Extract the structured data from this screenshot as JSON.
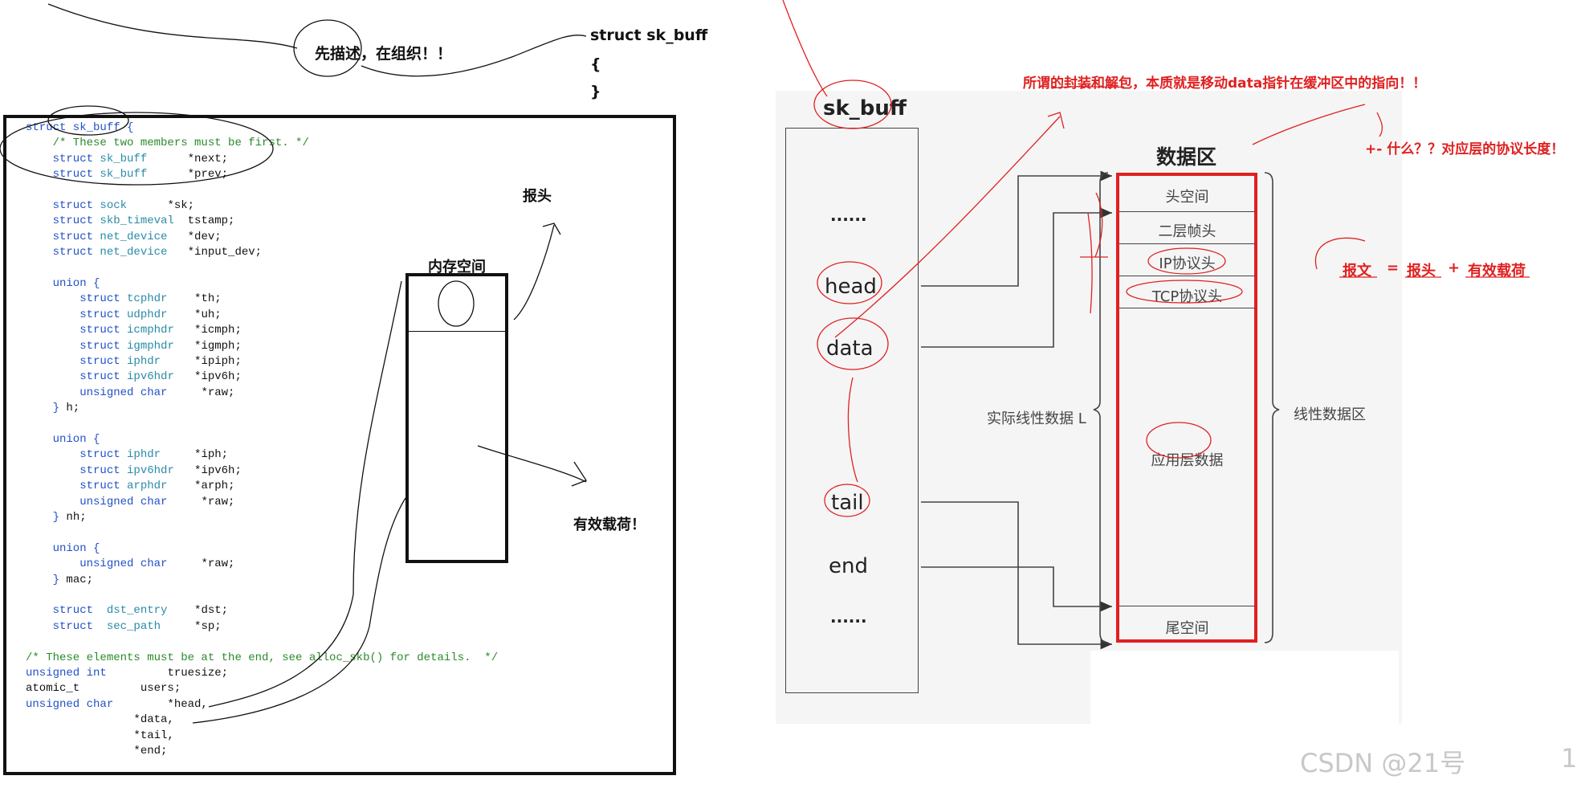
{
  "notes": {
    "describe_first": "先描述，在组织！！",
    "struct_title": "struct sk_buff",
    "brace_open": "{",
    "brace_close": "}",
    "header_label": "报头",
    "memory_label": "内存空间",
    "payload_label": "有效载荷！",
    "encap_note": "所谓的封装和解包，本质就是移动data指针在缓冲区中的指向！！",
    "plus_minus_note": "+- 什么？？对应层的协议长度！",
    "formula": {
      "message": "报文",
      "eq": "=",
      "header": "报头",
      "plus": "+",
      "payload": "有效载荷"
    }
  },
  "code_lines": [
    {
      "parts": [
        {
          "c": "kw",
          "t": "struct sk_buff {"
        }
      ]
    },
    {
      "parts": [
        {
          "c": "cm",
          "t": "    /* These two members must be first. */"
        }
      ]
    },
    {
      "parts": [
        {
          "c": "kw",
          "t": "    struct "
        },
        {
          "c": "ty",
          "t": "sk_buff"
        },
        {
          "c": "tx",
          "t": "      *next;"
        }
      ]
    },
    {
      "parts": [
        {
          "c": "kw",
          "t": "    struct "
        },
        {
          "c": "ty",
          "t": "sk_buff"
        },
        {
          "c": "tx",
          "t": "      *prev;"
        }
      ]
    },
    {
      "parts": [
        {
          "c": "tx",
          "t": ""
        }
      ]
    },
    {
      "parts": [
        {
          "c": "kw",
          "t": "    struct "
        },
        {
          "c": "ty",
          "t": "sock"
        },
        {
          "c": "tx",
          "t": "      *sk;"
        }
      ]
    },
    {
      "parts": [
        {
          "c": "kw",
          "t": "    struct "
        },
        {
          "c": "ty",
          "t": "skb_timeval"
        },
        {
          "c": "tx",
          "t": "  tstamp;"
        }
      ]
    },
    {
      "parts": [
        {
          "c": "kw",
          "t": "    struct "
        },
        {
          "c": "ty",
          "t": "net_device"
        },
        {
          "c": "tx",
          "t": "   *dev;"
        }
      ]
    },
    {
      "parts": [
        {
          "c": "kw",
          "t": "    struct "
        },
        {
          "c": "ty",
          "t": "net_device"
        },
        {
          "c": "tx",
          "t": "   *input_dev;"
        }
      ]
    },
    {
      "parts": [
        {
          "c": "tx",
          "t": ""
        }
      ]
    },
    {
      "parts": [
        {
          "c": "kw",
          "t": "    union {"
        }
      ]
    },
    {
      "parts": [
        {
          "c": "kw",
          "t": "        struct "
        },
        {
          "c": "ty",
          "t": "tcphdr"
        },
        {
          "c": "tx",
          "t": "    *th;"
        }
      ]
    },
    {
      "parts": [
        {
          "c": "kw",
          "t": "        struct "
        },
        {
          "c": "ty",
          "t": "udphdr"
        },
        {
          "c": "tx",
          "t": "    *uh;"
        }
      ]
    },
    {
      "parts": [
        {
          "c": "kw",
          "t": "        struct "
        },
        {
          "c": "ty",
          "t": "icmphdr"
        },
        {
          "c": "tx",
          "t": "   *icmph;"
        }
      ]
    },
    {
      "parts": [
        {
          "c": "kw",
          "t": "        struct "
        },
        {
          "c": "ty",
          "t": "igmphdr"
        },
        {
          "c": "tx",
          "t": "   *igmph;"
        }
      ]
    },
    {
      "parts": [
        {
          "c": "kw",
          "t": "        struct "
        },
        {
          "c": "ty",
          "t": "iphdr"
        },
        {
          "c": "tx",
          "t": "     *ipiph;"
        }
      ]
    },
    {
      "parts": [
        {
          "c": "kw",
          "t": "        struct "
        },
        {
          "c": "ty",
          "t": "ipv6hdr"
        },
        {
          "c": "tx",
          "t": "   *ipv6h;"
        }
      ]
    },
    {
      "parts": [
        {
          "c": "kw",
          "t": "        unsigned char"
        },
        {
          "c": "tx",
          "t": "     *raw;"
        }
      ]
    },
    {
      "parts": [
        {
          "c": "kw",
          "t": "    } "
        },
        {
          "c": "tx",
          "t": "h;"
        }
      ]
    },
    {
      "parts": [
        {
          "c": "tx",
          "t": ""
        }
      ]
    },
    {
      "parts": [
        {
          "c": "kw",
          "t": "    union {"
        }
      ]
    },
    {
      "parts": [
        {
          "c": "kw",
          "t": "        struct "
        },
        {
          "c": "ty",
          "t": "iphdr"
        },
        {
          "c": "tx",
          "t": "     *iph;"
        }
      ]
    },
    {
      "parts": [
        {
          "c": "kw",
          "t": "        struct "
        },
        {
          "c": "ty",
          "t": "ipv6hdr"
        },
        {
          "c": "tx",
          "t": "   *ipv6h;"
        }
      ]
    },
    {
      "parts": [
        {
          "c": "kw",
          "t": "        struct "
        },
        {
          "c": "ty",
          "t": "arphdr"
        },
        {
          "c": "tx",
          "t": "    *arph;"
        }
      ]
    },
    {
      "parts": [
        {
          "c": "kw",
          "t": "        unsigned char"
        },
        {
          "c": "tx",
          "t": "     *raw;"
        }
      ]
    },
    {
      "parts": [
        {
          "c": "kw",
          "t": "    } "
        },
        {
          "c": "tx",
          "t": "nh;"
        }
      ]
    },
    {
      "parts": [
        {
          "c": "tx",
          "t": ""
        }
      ]
    },
    {
      "parts": [
        {
          "c": "kw",
          "t": "    union {"
        }
      ]
    },
    {
      "parts": [
        {
          "c": "kw",
          "t": "        unsigned char"
        },
        {
          "c": "tx",
          "t": "     *raw;"
        }
      ]
    },
    {
      "parts": [
        {
          "c": "kw",
          "t": "    } "
        },
        {
          "c": "tx",
          "t": "mac;"
        }
      ]
    },
    {
      "parts": [
        {
          "c": "tx",
          "t": ""
        }
      ]
    },
    {
      "parts": [
        {
          "c": "kw",
          "t": "    struct  "
        },
        {
          "c": "ty",
          "t": "dst_entry"
        },
        {
          "c": "tx",
          "t": "    *dst;"
        }
      ]
    },
    {
      "parts": [
        {
          "c": "kw",
          "t": "    struct  "
        },
        {
          "c": "ty",
          "t": "sec_path"
        },
        {
          "c": "tx",
          "t": "     *sp;"
        }
      ]
    },
    {
      "parts": [
        {
          "c": "tx",
          "t": ""
        }
      ]
    },
    {
      "parts": [
        {
          "c": "cm",
          "t": "/* These elements must be at the end, see alloc_skb() for details.  */"
        }
      ]
    },
    {
      "parts": [
        {
          "c": "kw",
          "t": "unsigned int"
        },
        {
          "c": "tx",
          "t": "         truesize;"
        }
      ]
    },
    {
      "parts": [
        {
          "c": "tx",
          "t": "atomic_t         users;"
        }
      ]
    },
    {
      "parts": [
        {
          "c": "kw",
          "t": "unsigned char"
        },
        {
          "c": "tx",
          "t": "        *head,"
        }
      ]
    },
    {
      "parts": [
        {
          "c": "tx",
          "t": "                *data,"
        }
      ]
    },
    {
      "parts": [
        {
          "c": "tx",
          "t": "                *tail,"
        }
      ]
    },
    {
      "parts": [
        {
          "c": "tx",
          "t": "                *end;"
        }
      ]
    }
  ],
  "diagram": {
    "struct_name": "sk_buff",
    "data_area_title": "数据区",
    "fields": {
      "dots_top": "......",
      "head": "head",
      "data": "data",
      "tail": "tail",
      "end": "end",
      "dots_bottom": "......"
    },
    "cells": {
      "headroom": "头空间",
      "l2_header": "二层帧头",
      "ip_header": "IP协议头",
      "tcp_header": "TCP协议头",
      "app_data": "应用层数据",
      "tailroom": "尾空间"
    },
    "actual_linear_len": "实际线性数据 L",
    "linear_area": "线性数据区",
    "colors": {
      "red": "#e02020",
      "box": "#111111",
      "diagram_line": "#444444"
    }
  },
  "watermark": {
    "text": "CSDN @21号",
    "page": "1"
  }
}
